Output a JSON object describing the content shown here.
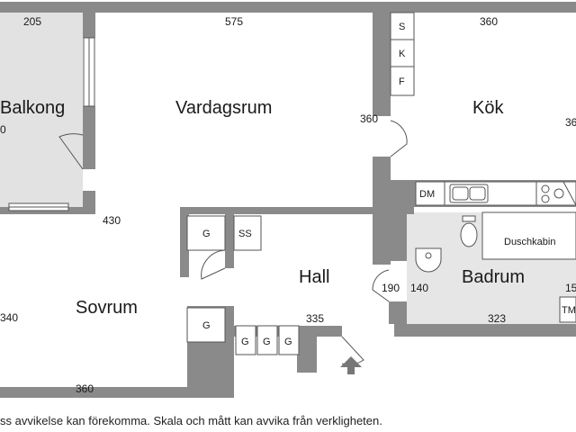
{
  "rooms": {
    "balkong": "Balkong",
    "vardagsrum": "Vardagsrum",
    "kok": "Kök",
    "sovrum": "Sovrum",
    "hall": "Hall",
    "badrum": "Badrum",
    "duschkabin": "Duschkabin"
  },
  "dimensions": {
    "d205": "205",
    "d575": "575",
    "d360_top": "360",
    "d360_living": "360",
    "d430": "430",
    "d340": "340",
    "d360_bottom": "360",
    "d335": "335",
    "d190": "190",
    "d140": "140",
    "d323": "323",
    "d15_edge": "15",
    "d36_edge": "36",
    "d0_edge": "0"
  },
  "fixtures": {
    "s": "S",
    "k": "K",
    "f": "F",
    "dm": "DM",
    "g_top": "G",
    "ss": "SS",
    "g_sovrum": "G",
    "g1": "G",
    "g2": "G",
    "g3": "G",
    "tm": "TM"
  },
  "footer": {
    "disclaimer": "ss avvikelse kan förekomma. Skala och mått kan avvika från verkligheten."
  },
  "colors": {
    "wall": "#8a8a8a",
    "balcony_fill": "#e2e2e2",
    "bathroom_fill": "#e6e6e6",
    "line": "#555555"
  }
}
